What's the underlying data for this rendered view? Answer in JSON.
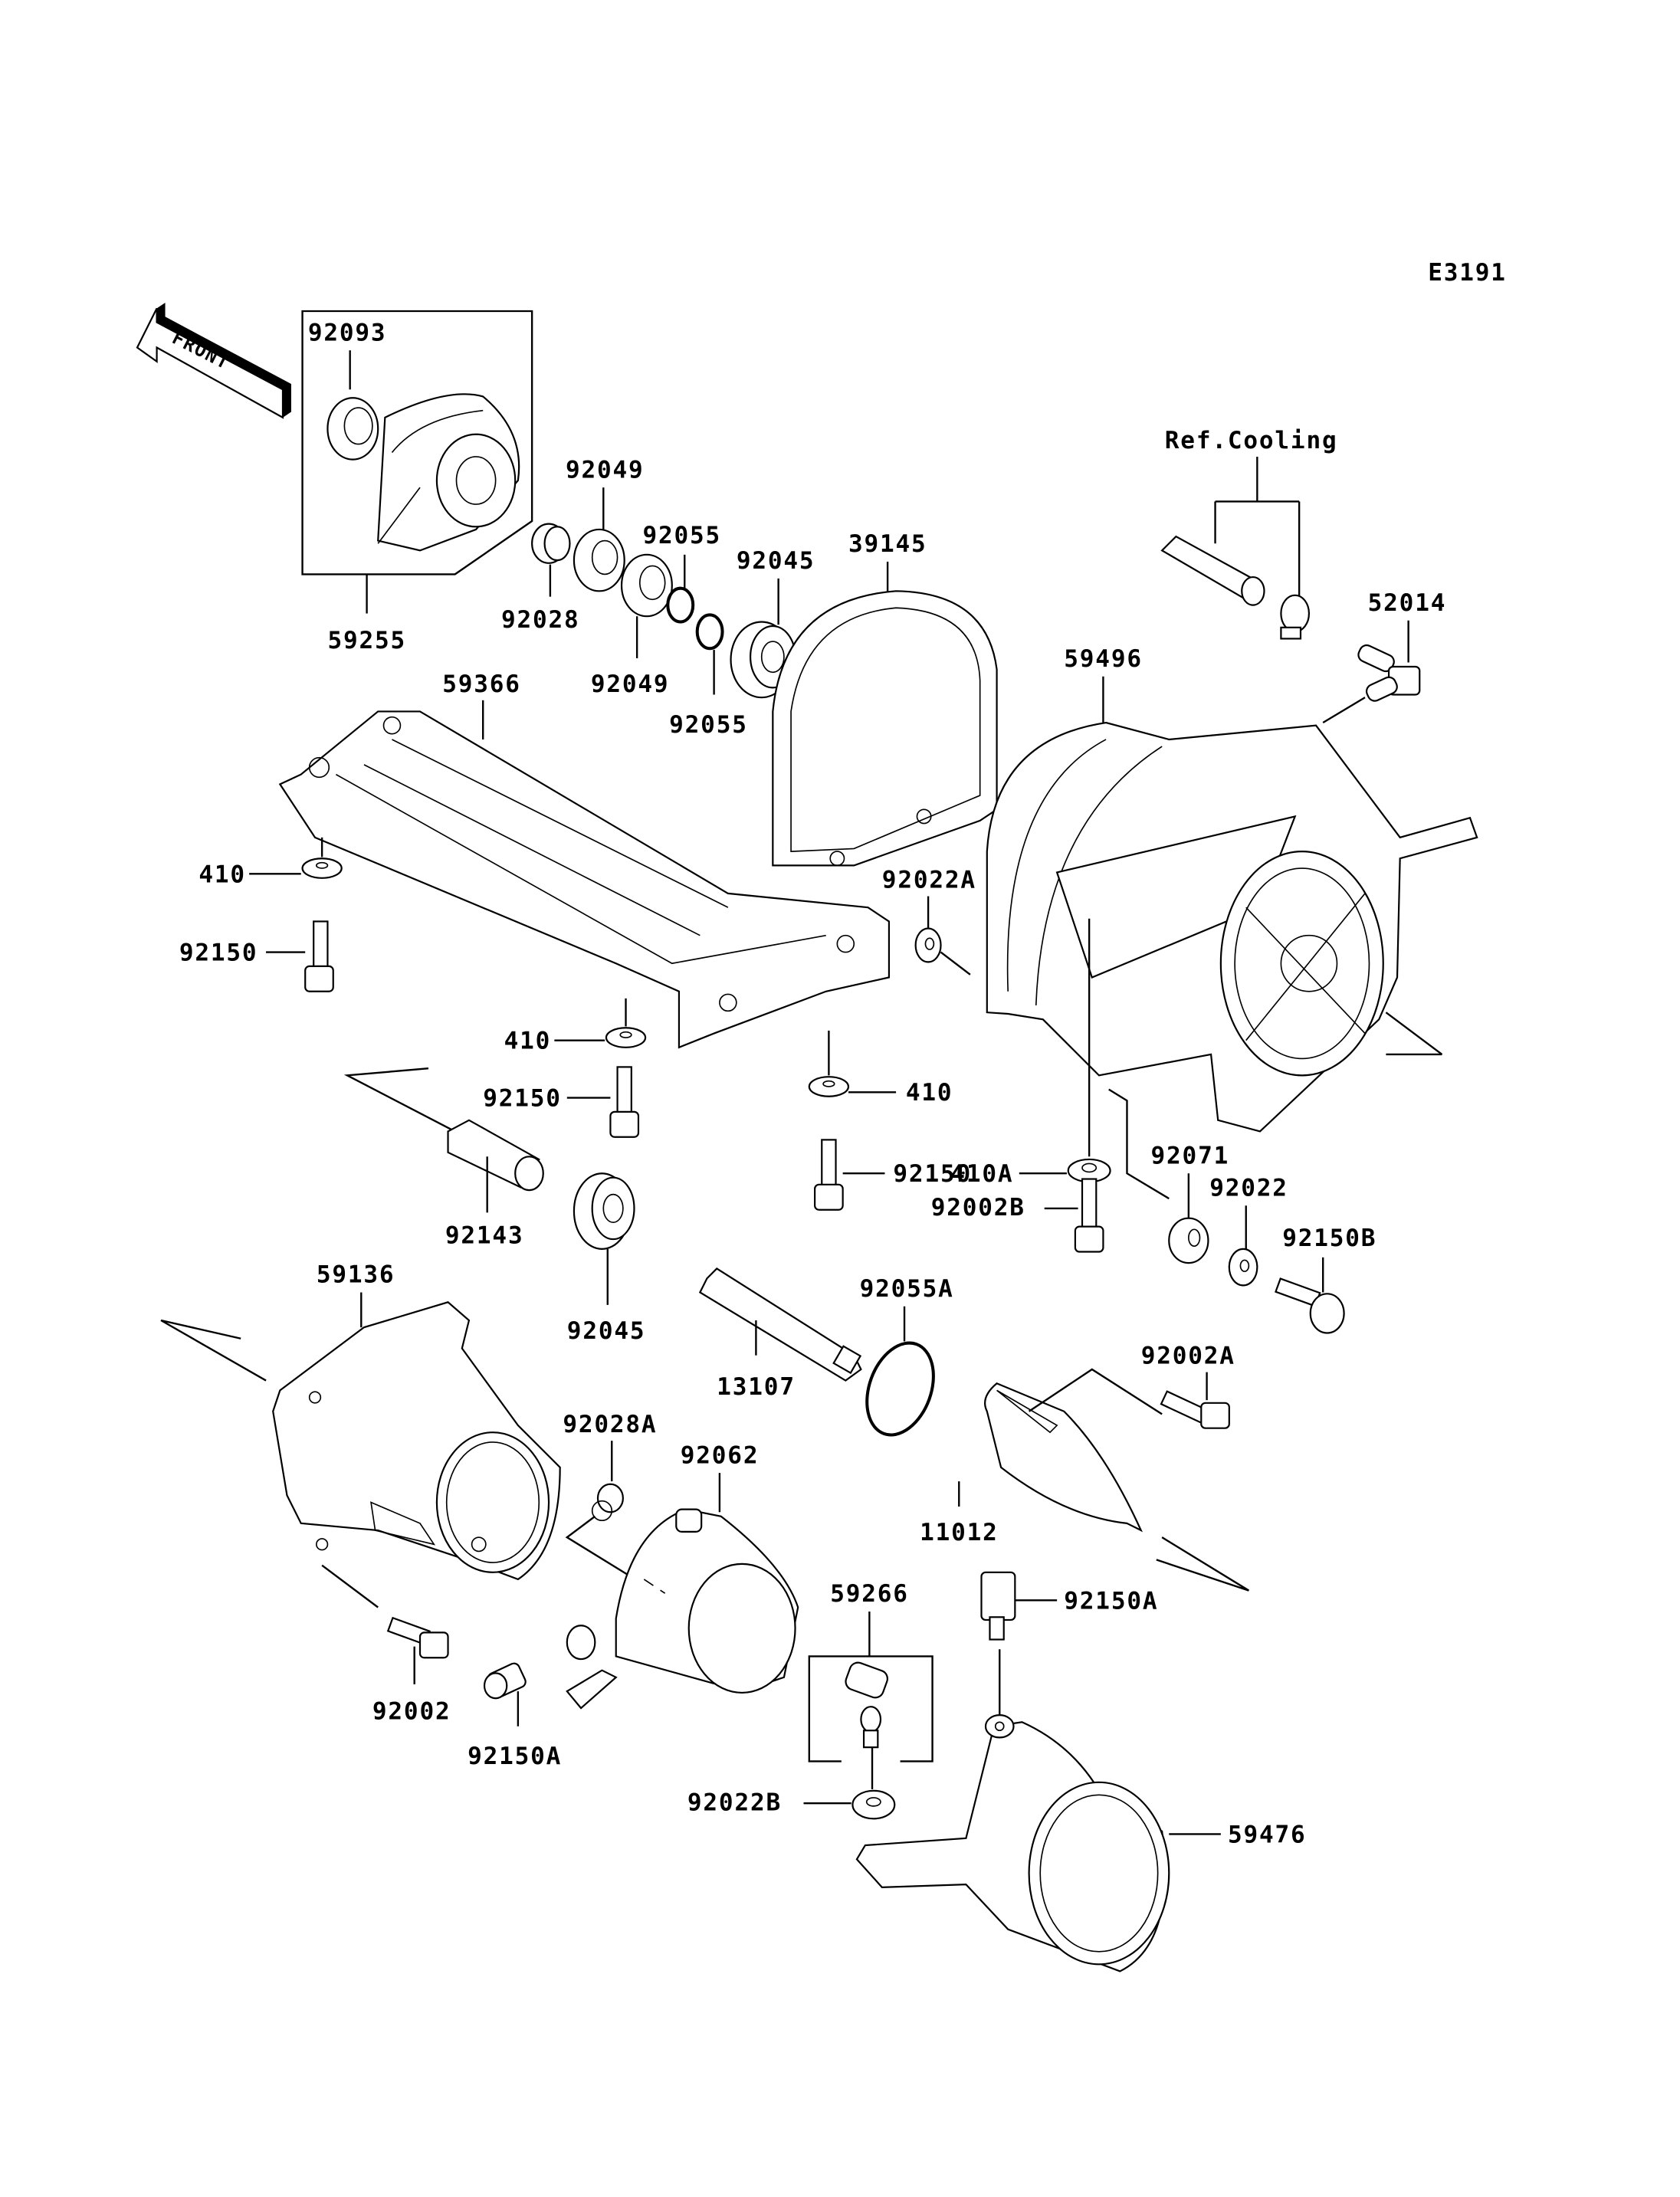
{
  "diagram": {
    "code": "E3191",
    "front_label": "FRONT",
    "ref_cooling": "Ref.Cooling",
    "parts": {
      "p92093": "92093",
      "p59255": "59255",
      "p92049a": "92049",
      "p92028": "92028",
      "p92049b": "92049",
      "p92055a": "92055",
      "p92055b": "92055",
      "p92045a": "92045",
      "p39145": "39145",
      "p52014": "52014",
      "p59496": "59496",
      "p59366": "59366",
      "p410a": "410",
      "p92150a": "92150",
      "p92022A": "92022A",
      "p410b": "410",
      "p92150b": "92150",
      "p410c": "410",
      "p92150c": "92150",
      "p410A": "410A",
      "p92002B": "92002B",
      "p92071": "92071",
      "p92022": "92022",
      "p92150B": "92150B",
      "p92143": "92143",
      "p92045b": "92045",
      "p59136": "59136",
      "p13107": "13107",
      "p92055A": "92055A",
      "p92002A": "92002A",
      "p92028A": "92028A",
      "p92062": "92062",
      "p11012": "11012",
      "p59266": "59266",
      "p92150Aa": "92150A",
      "p92002": "92002",
      "p92150Ab": "92150A",
      "p92022B": "92022B",
      "p59476": "59476"
    }
  }
}
